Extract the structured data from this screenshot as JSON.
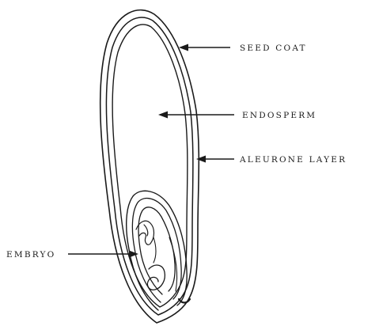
{
  "labels": {
    "seed_coat": "SEED COAT",
    "endosperm": "ENDOSPERM",
    "aleurone_layer": "ALEURONE LAYER",
    "embryo": "EMBRYO"
  },
  "colors": {
    "ink": "#1a1a1a",
    "background": "#ffffff"
  }
}
